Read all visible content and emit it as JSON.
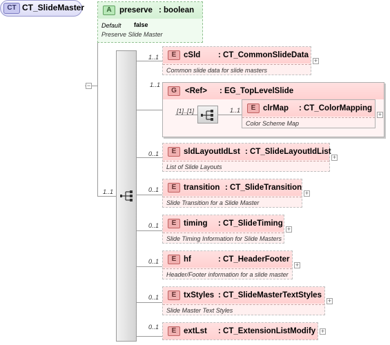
{
  "root": {
    "badge": "CT",
    "name": "CT_SlideMaster",
    "collapse": "−"
  },
  "attribute": {
    "badge": "A",
    "name": "preserve",
    "type": ": boolean",
    "default_label": "Default",
    "default_value": "false",
    "description": "Preserve Slide Master"
  },
  "sequence": {
    "cardinality": "1..1"
  },
  "group": {
    "badge": "G",
    "name": "<Ref>",
    "type": ": EG_TopLevelSlide",
    "cardinality": "1..1",
    "inner_cardinality": "[1]..[1]",
    "child": {
      "badge": "E",
      "name": "clrMap",
      "type": ": CT_ColorMapping",
      "cardinality": "1..1",
      "description": "Color Scheme Map"
    }
  },
  "elements": [
    {
      "badge": "E",
      "name": "cSld",
      "type": ": CT_CommonSlideData",
      "cardinality": "1..1",
      "description": "Common slide data for slide masters"
    },
    {
      "badge": "E",
      "name": "sldLayoutIdLst",
      "type": ": CT_SlideLayoutIdList",
      "cardinality": "0..1",
      "description": "List of Slide Layouts"
    },
    {
      "badge": "E",
      "name": "transition",
      "type": ": CT_SlideTransition",
      "cardinality": "0..1",
      "description": "Slide Transition for a Slide Master"
    },
    {
      "badge": "E",
      "name": "timing",
      "type": ": CT_SlideTiming",
      "cardinality": "0..1",
      "description": "Slide Timing Information for Slide Masters"
    },
    {
      "badge": "E",
      "name": "hf",
      "type": ": CT_HeaderFooter",
      "cardinality": "0..1",
      "description": "Header/Footer information for a slide master"
    },
    {
      "badge": "E",
      "name": "txStyles",
      "type": ": CT_SlideMasterTextStyles",
      "cardinality": "0..1",
      "description": "Slide Master Text Styles"
    },
    {
      "badge": "E",
      "name": "extLst",
      "type": ": CT_ExtensionListModify",
      "cardinality": "0..1",
      "description": ""
    }
  ],
  "expand_symbol": "+"
}
